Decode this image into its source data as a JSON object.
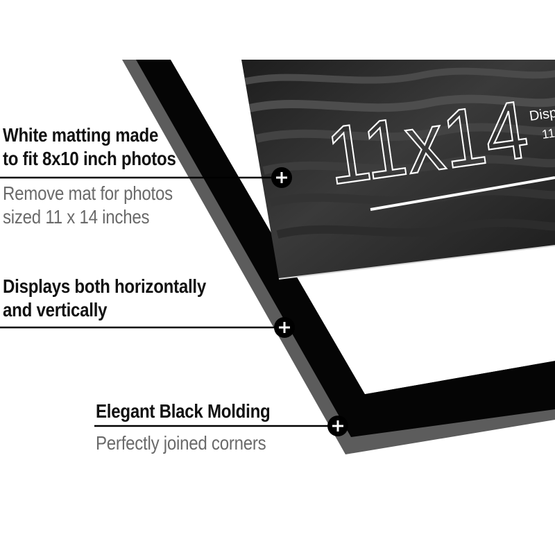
{
  "features": [
    {
      "title": "White matting made\nto fit 8x10 inch photos",
      "subtitle": "Remove mat for photos\nsized 11 x 14 inches"
    },
    {
      "title": "Displays both horizontally\nand vertically",
      "subtitle": ""
    },
    {
      "title": "Elegant Black Molding",
      "subtitle": "Perfectly joined corners"
    }
  ],
  "photo": {
    "size_label": "11x14",
    "side_text_1": "Displ",
    "side_text_2": "11"
  },
  "colors": {
    "frame_black": "#050505",
    "frame_edge_gray": "#5a5a5a",
    "mat_white": "#ffffff",
    "photo_dark": "#2a2a2a",
    "subtitle_gray": "#6a6a6a",
    "marker_black": "#000000"
  },
  "icons": {
    "marker": "plus-circle-icon"
  }
}
